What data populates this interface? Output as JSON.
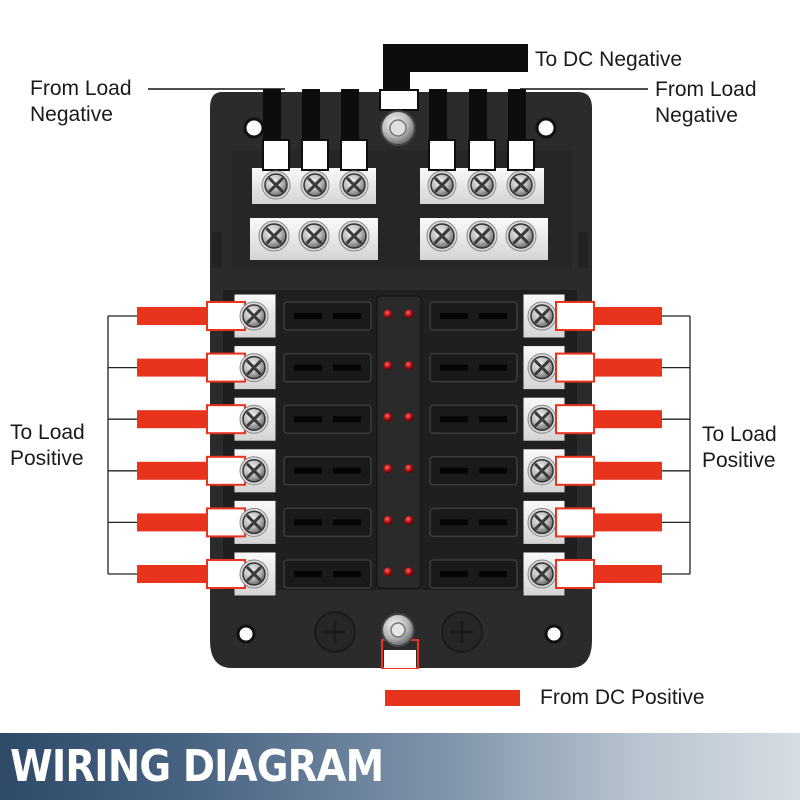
{
  "labels": {
    "to_dc_negative": "To DC Negative",
    "from_load_negative_left": [
      "From Load",
      "Negative"
    ],
    "from_load_negative_right": [
      "From Load",
      "Negative"
    ],
    "to_load_positive_left": [
      "To Load",
      "Positive"
    ],
    "to_load_positive_right": [
      "To Load",
      "Positive"
    ],
    "from_dc_positive": "From DC Positive"
  },
  "banner": {
    "title": "WIRING DIAGRAM"
  },
  "fuse_block": {
    "fuse_positions_per_side": 6,
    "negative_terminals_per_bank": 3,
    "negative_banks": 2,
    "led_indicators_per_row": 2
  },
  "colors": {
    "positive_wire": "#e8341c",
    "negative_wire": "#0d0d0d",
    "body": "#2b2b2b",
    "led": "#c01414",
    "banner_start": "#2f4a68",
    "banner_end": "#d6dde3"
  },
  "icons": {
    "screw": "screw-terminal-icon",
    "led": "led-indicator-icon",
    "mount_hole": "mounting-hole-icon",
    "stud": "power-stud-icon"
  }
}
